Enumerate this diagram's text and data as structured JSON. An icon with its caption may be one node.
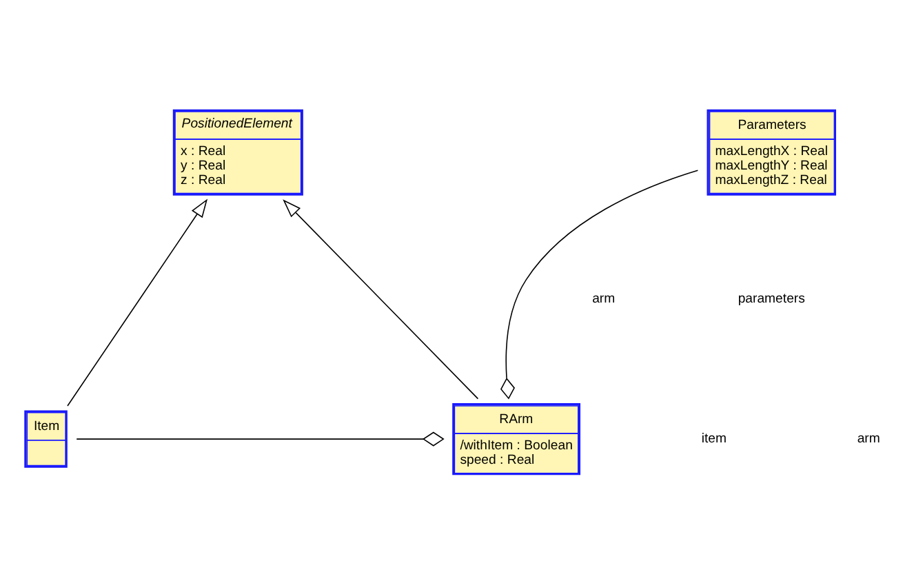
{
  "diagram": {
    "nodes": [
      {
        "text": [
          "PositionedElement",
          "x : Real",
          "y : Real",
          "z : Real"
        ]
      },
      {
        "text": [
          "Parameters",
          "maxLengthX : Real",
          "maxLengthY : Real",
          "maxLengthZ : Real"
        ]
      },
      {
        "text": [
          "Item"
        ]
      },
      {
        "text": [
          "RArm",
          "/withItem : Boolean",
          "speed : Real"
        ]
      }
    ],
    "edges": [
      {
        "from": 2,
        "to": 0,
        "arrow": "to"
      },
      {
        "from": 3,
        "to": 0,
        "arrow": "to"
      },
      {
        "from": 1,
        "to": 3,
        "arrow": "other"
      },
      {
        "from": 2,
        "to": 3,
        "arrow": "other"
      }
    ],
    "labels": [
      "parameters",
      "arm",
      "item",
      "arm"
    ]
  }
}
